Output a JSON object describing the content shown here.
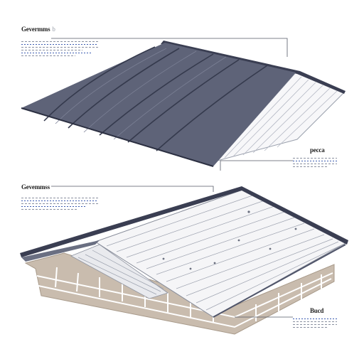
{
  "callouts": {
    "top_left": {
      "title": "Gevermms",
      "suffix": "b"
    },
    "mid_left": {
      "title": "Gevemmss",
      "suffix": ""
    },
    "top_right": {
      "title": "pecca"
    },
    "bottom_right": {
      "title": "Bucd"
    }
  },
  "colors": {
    "metal_panel": "#5e6378",
    "metal_dark": "#3a3e52",
    "sheathing": "#f5f5f7",
    "block_wall": "#c9bcae",
    "block_joint": "#ffffff",
    "leader_line": "#555a66"
  }
}
